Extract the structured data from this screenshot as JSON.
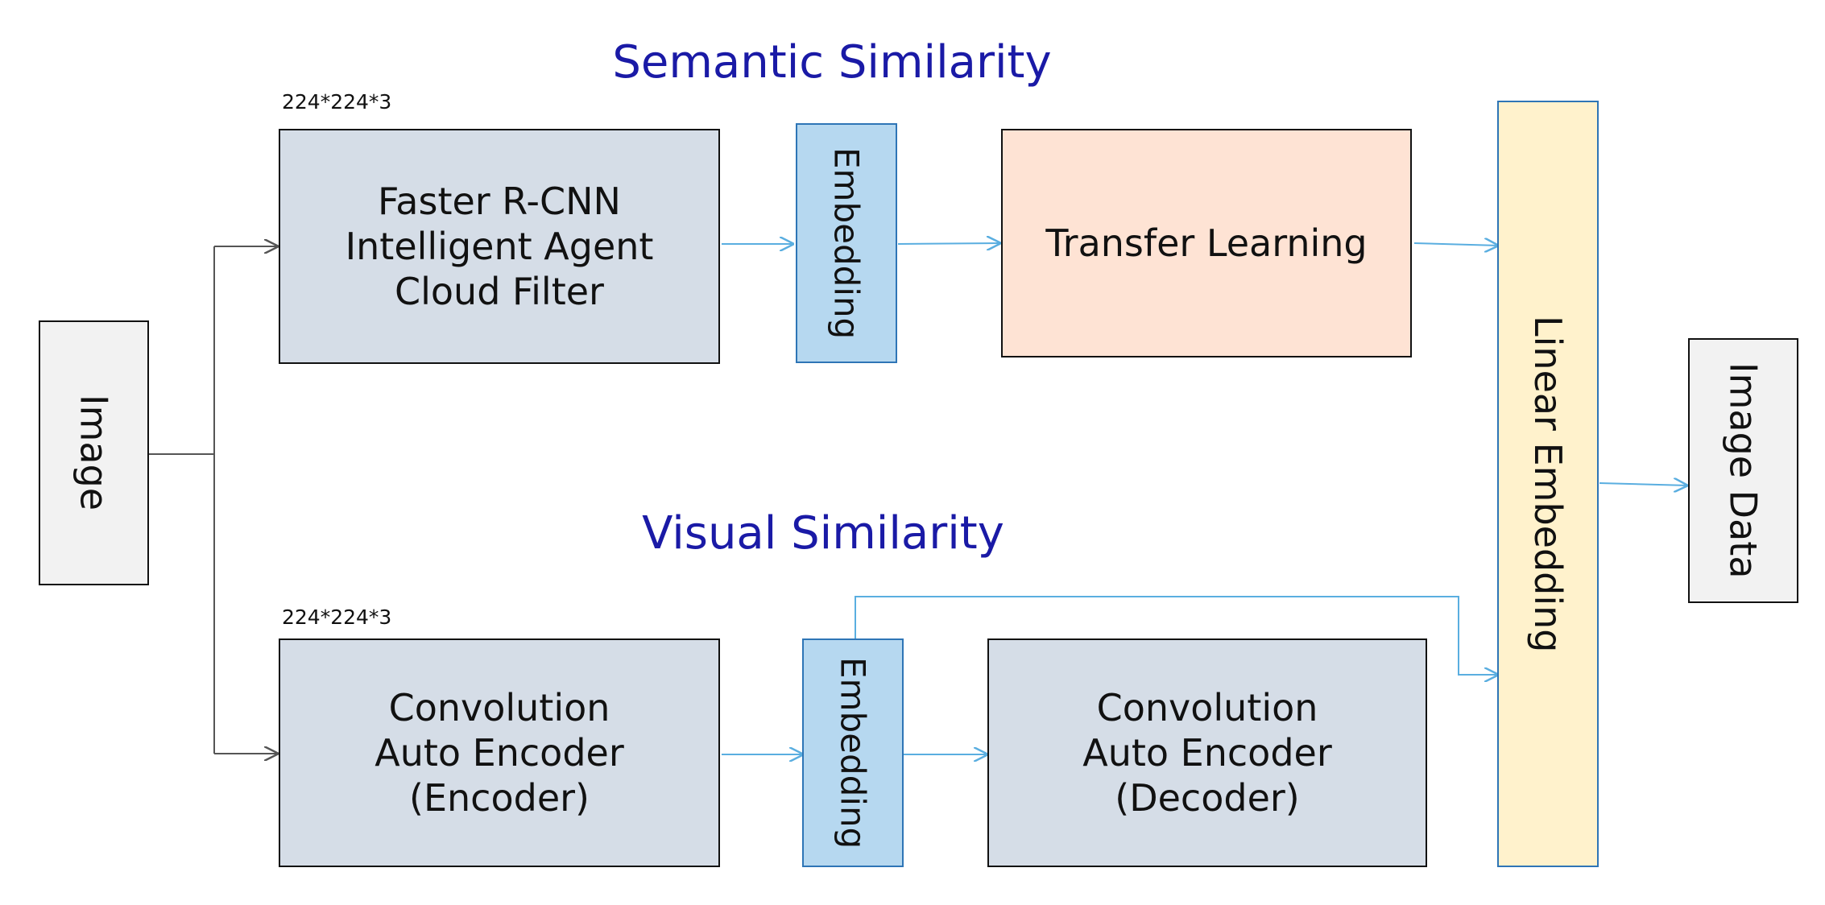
{
  "sections": {
    "semantic_title": "Semantic Similarity",
    "visual_title": "Visual Similarity"
  },
  "input_size": {
    "top": "224*224*3",
    "bottom": "224*224*3"
  },
  "nodes": {
    "image": "Image",
    "rcnn": "Faster R-CNN\nIntelligent Agent\nCloud Filter",
    "embedding_top": "Embedding",
    "transfer_learning": "Transfer Learning",
    "encoder": "Convolution\nAuto Encoder\n(Encoder)",
    "embedding_bottom": "Embedding",
    "decoder": "Convolution\nAuto Encoder\n(Decoder)",
    "linear_embedding": "Linear Embedding",
    "image_data": "Image Data"
  },
  "colors": {
    "title_blue": "#1a1aa6",
    "box_slate": "#d5dde7",
    "box_embedding": "#b6d8f0",
    "box_transfer": "#fee3d4",
    "box_linear": "#fff2cc",
    "box_gray": "#f2f2f2",
    "arrow_blue": "#5aaee0",
    "arrow_gray": "#555555"
  }
}
